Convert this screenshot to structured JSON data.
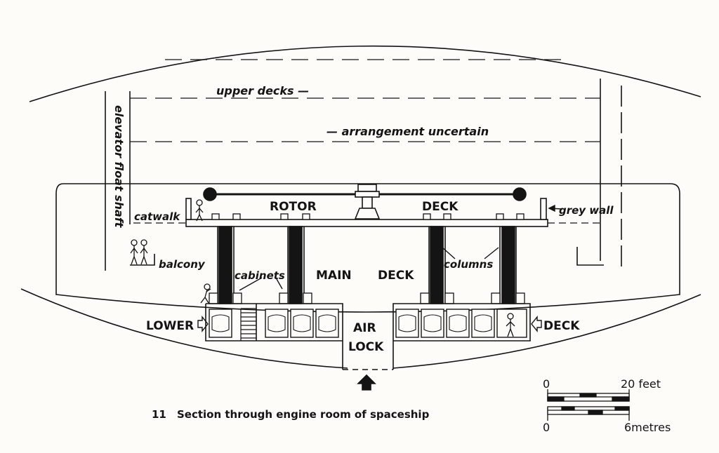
{
  "labels": {
    "upper_decks": "upper decks —",
    "arrangement": "— arrangement uncertain",
    "elevator_shaft": "elevator float shaft",
    "catwalk": "catwalk",
    "rotor": "ROTOR",
    "deck_upper": "DECK",
    "grey_wall": "grey wall",
    "balcony": "balcony",
    "cabinets": "cabinets",
    "main": "MAIN",
    "main_deck": "DECK",
    "columns": "columns",
    "lower": "LOWER",
    "air": "AIR",
    "lock": "LOCK",
    "deck_lower": "DECK"
  },
  "caption": {
    "number": "11",
    "text": "Section through engine room of spaceship"
  },
  "scale_bar": {
    "feet_start": "0",
    "feet_end": "20 feet",
    "metres_start": "0",
    "metres_end": "6metres"
  },
  "colors": {
    "ink": "#141414",
    "paper": "#fdfcf8"
  }
}
